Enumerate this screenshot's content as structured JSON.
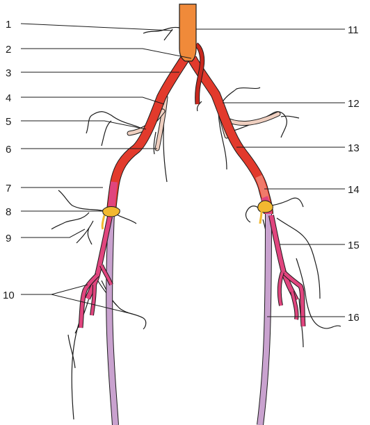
{
  "labels_left": [
    "1",
    "2",
    "3",
    "4",
    "5",
    "6",
    "7",
    "8",
    "9",
    "10"
  ],
  "labels_right": [
    "11",
    "12",
    "13",
    "14",
    "15",
    "16"
  ],
  "colors": {
    "aorta": "#f08a3a",
    "artery_red": "#e23a2c",
    "artery_dark_red": "#c8281e",
    "femoral_pink": "#e0457e",
    "femoral_purple": "#c9a2cf",
    "pale_branch": "#efcfc0",
    "outline": "#1a1a1a"
  },
  "icons": [
    "leader-line",
    "branch-vessel"
  ]
}
